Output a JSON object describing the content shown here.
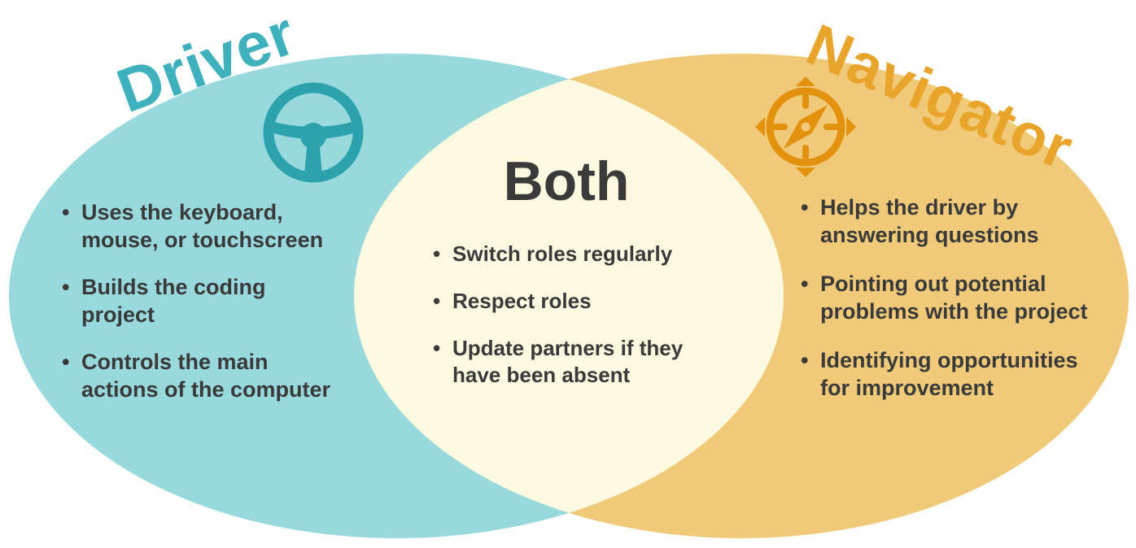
{
  "venn": {
    "left_circle": {
      "title": "Driver",
      "icon": "steering-wheel-icon",
      "items": [
        "Uses the keyboard, mouse, or touchscreen",
        "Builds the coding project",
        "Controls the main actions of the computer"
      ]
    },
    "overlap": {
      "title": "Both",
      "items": [
        "Switch roles regularly",
        "Respect roles",
        "Update partners if they have been absent"
      ]
    },
    "right_circle": {
      "title": "Navigator",
      "icon": "compass-icon",
      "items": [
        "Helps the driver by answering questions",
        "Pointing out potential problems with the project",
        "Identifying opportunities for improvement"
      ]
    },
    "colors": {
      "left_fill": "#97D9DD",
      "left_title": "#3FB1BC",
      "left_icon": "#2CA2AD",
      "right_fill": "#F0CA78",
      "right_title": "#E9A52B",
      "right_icon": "#E2920F",
      "overlap_fill": "#FCFAE1",
      "body_text": "#3A3A3A",
      "background": "#FFFFFF"
    }
  }
}
